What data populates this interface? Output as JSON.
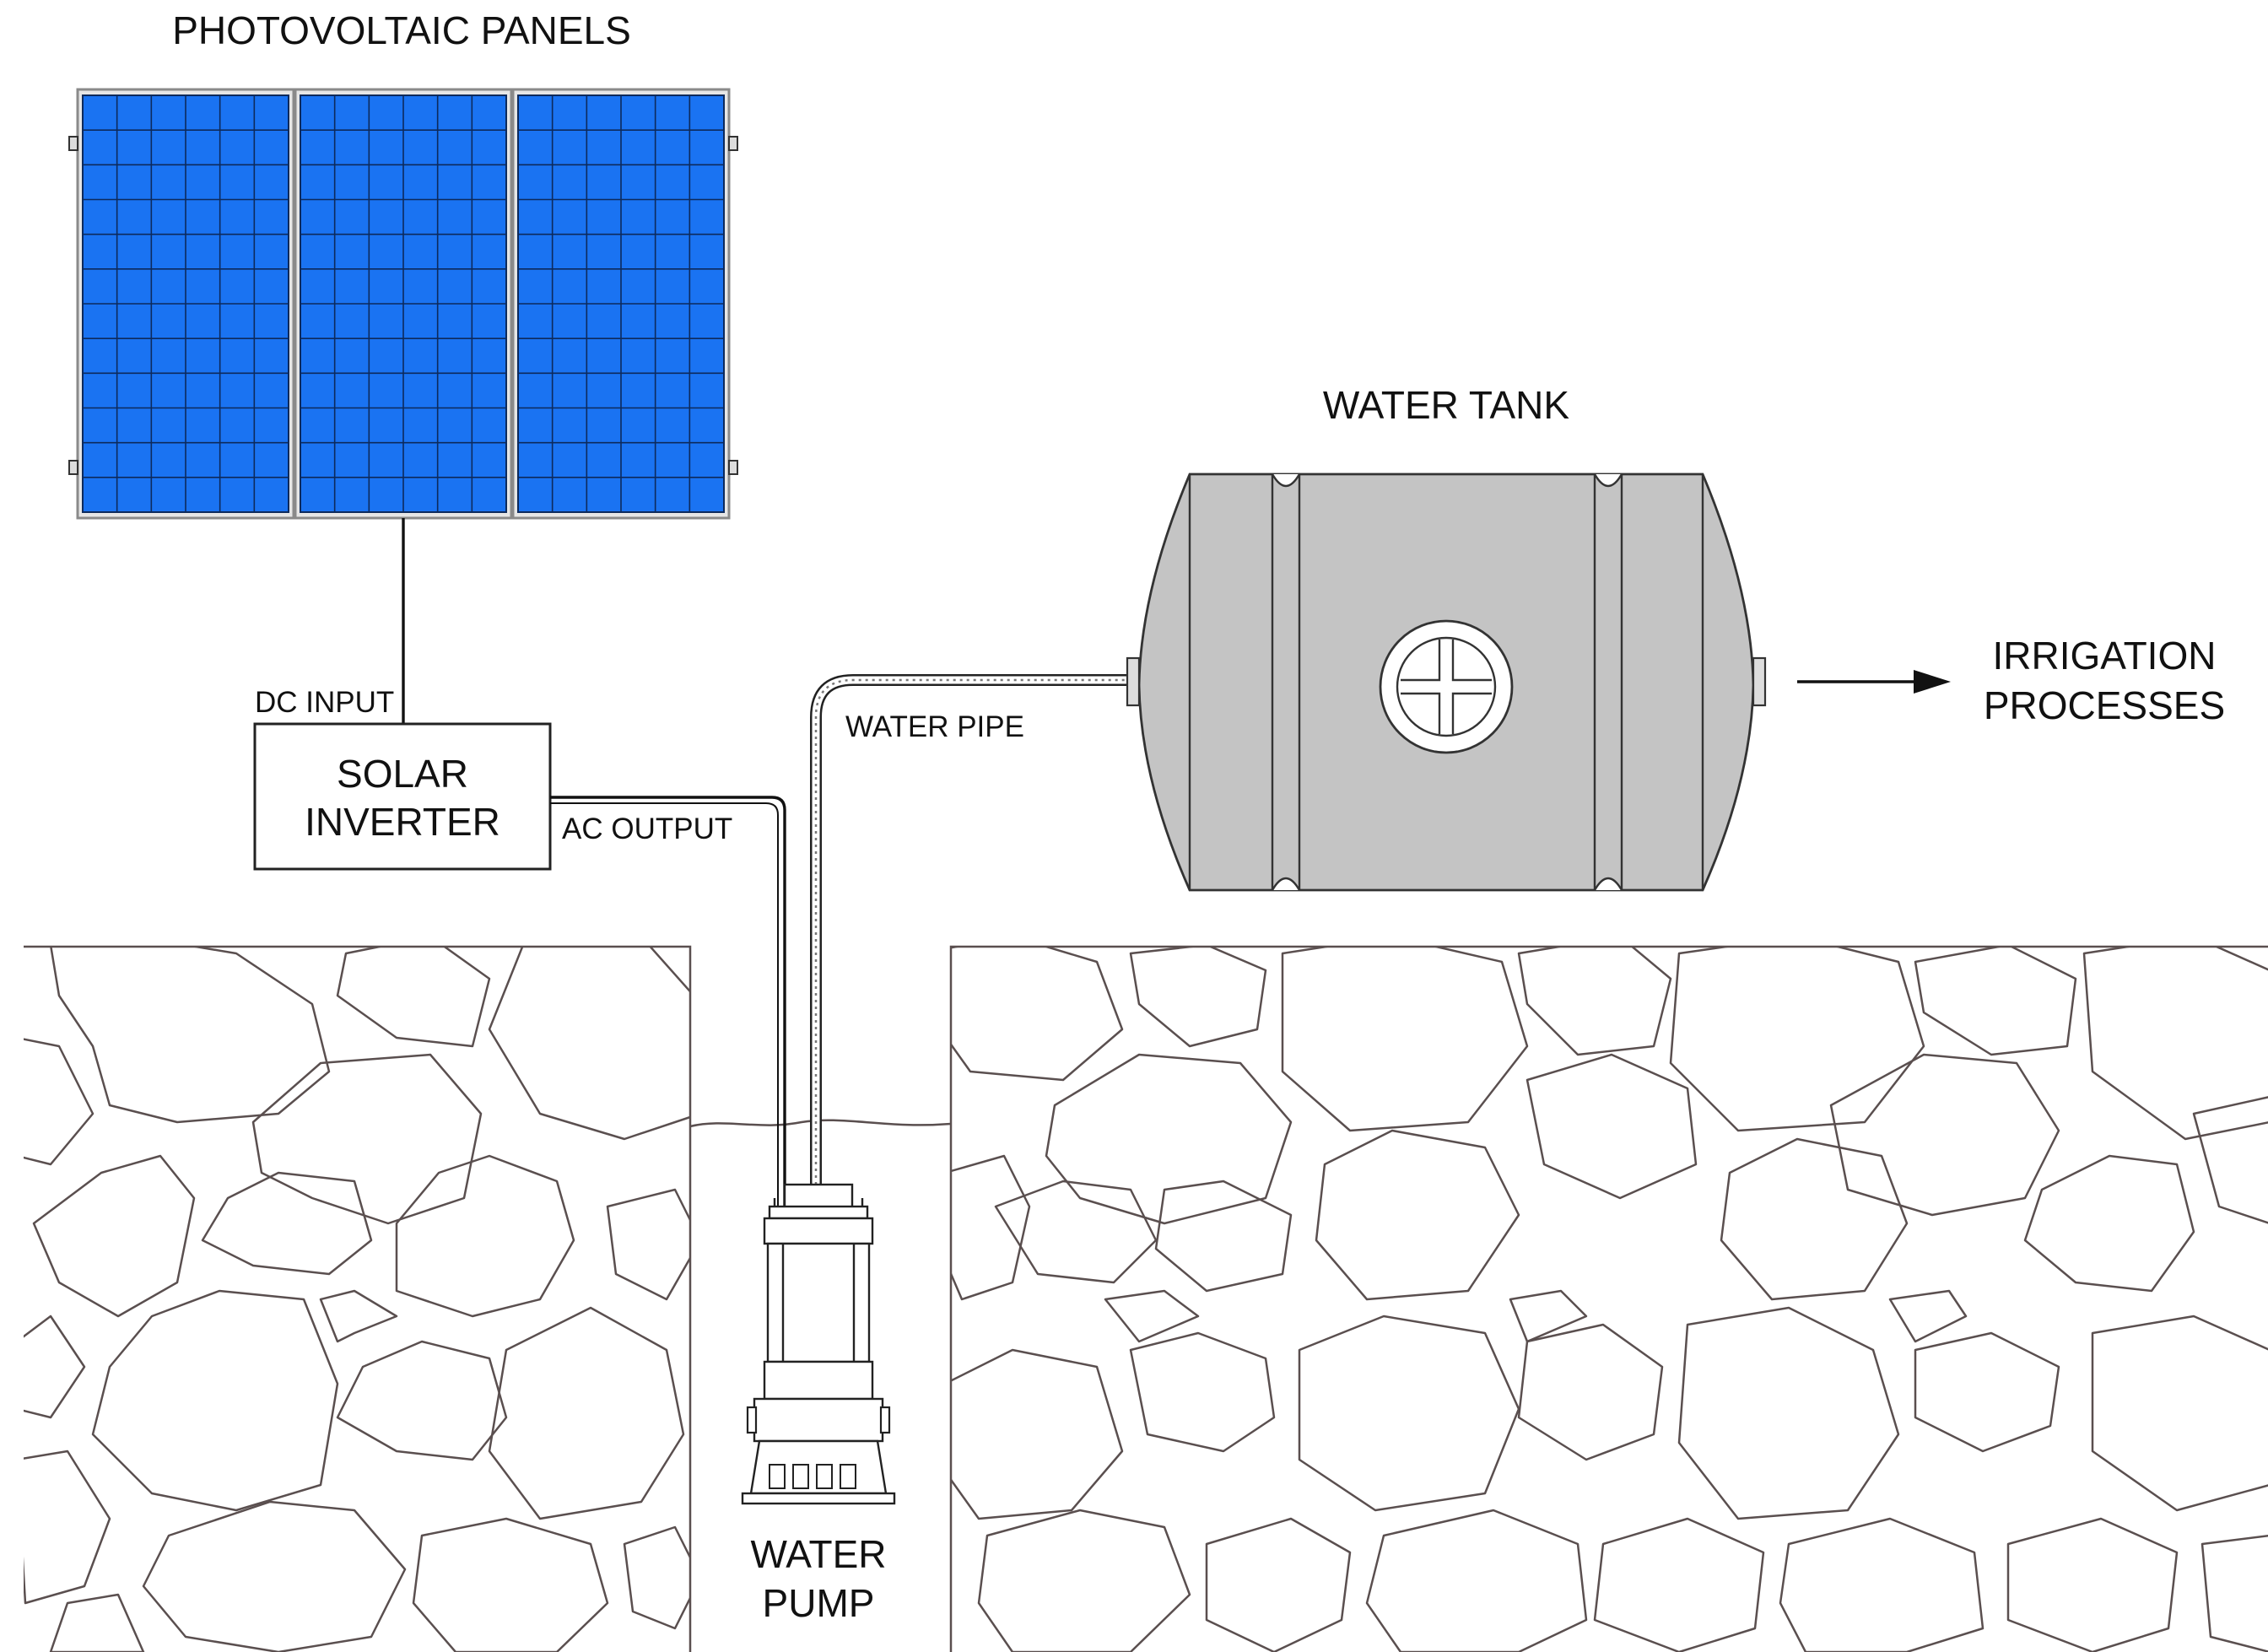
{
  "labels": {
    "panels": "PHOTOVOLTAIC PANELS",
    "tank": "WATER TANK",
    "dc_input": "DC INPUT",
    "inverter_line1": "SOLAR",
    "inverter_line2": "INVERTER",
    "ac_output": "AC OUTPUT",
    "water_pipe": "WATER PIPE",
    "irrigation_line1": "IRRIGATION",
    "irrigation_line2": "PROCESSES",
    "pump_line1": "WATER",
    "pump_line2": "PUMP"
  },
  "colors": {
    "panel_fill": "#1a73f2",
    "panel_grid": "#0d2a5c",
    "panel_frame": "#8a8a8a",
    "tank_fill": "#c4c4c4",
    "ground_stroke": "#5a4f4f",
    "line": "#111111"
  },
  "panels": {
    "count": 3,
    "columns_per_panel": 6,
    "rows": 12
  }
}
